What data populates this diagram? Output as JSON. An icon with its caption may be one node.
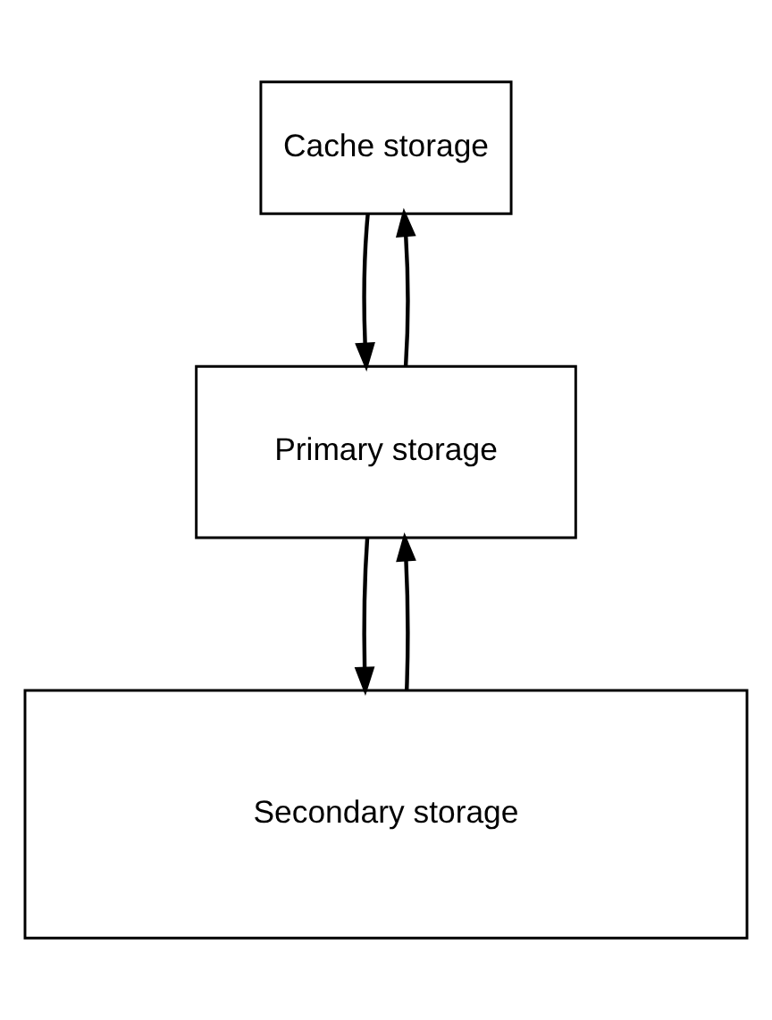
{
  "diagram": {
    "nodes": [
      {
        "text": [
          "Cache storage"
        ]
      },
      {
        "text": [
          "Primary storage"
        ]
      },
      {
        "text": [
          "Secondary storage"
        ]
      }
    ],
    "edges": [
      {
        "from": 0,
        "to": 1,
        "arrow": "to"
      },
      {
        "from": 1,
        "to": 0,
        "arrow": "to"
      },
      {
        "from": 1,
        "to": 2,
        "arrow": "to"
      },
      {
        "from": 2,
        "to": 1,
        "arrow": "to"
      }
    ]
  }
}
